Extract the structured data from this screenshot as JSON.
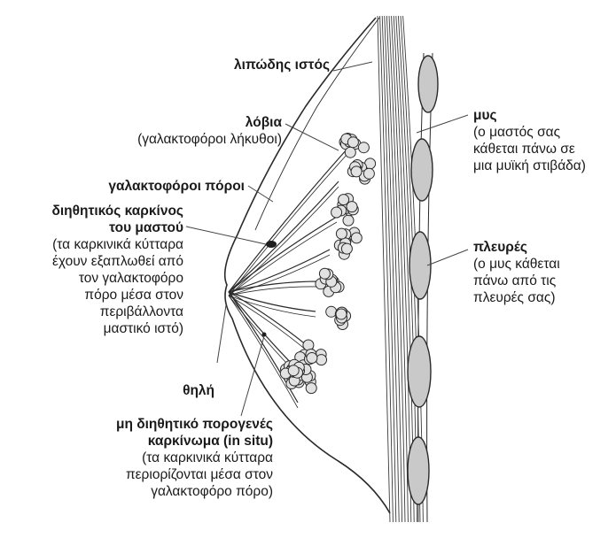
{
  "labels": {
    "fat": {
      "title": "λιπώδης ιστός"
    },
    "lobules": {
      "title": "λόβια",
      "note": "(γαλακτοφόροι λήκυθοι)"
    },
    "ducts": {
      "title": "γαλακτοφόροι πόροι"
    },
    "idc": {
      "title_1": "διηθητικός καρκίνος",
      "title_2": "του μαστού",
      "note_1": "(τα καρκινικά κύτταρα",
      "note_2": "έχουν εξαπλωθεί από",
      "note_3": "τον γαλακτοφόρο",
      "note_4": "πόρο μέσα στον",
      "note_5": "περιβάλλοντα",
      "note_6": "μαστικό ιστό)"
    },
    "nipple": {
      "title": "θηλή"
    },
    "dcis": {
      "title_1": "μη διηθητικό πορογενές",
      "title_2": "καρκίνωμα (in situ)",
      "note_1": "(τα καρκινικά κύτταρα",
      "note_2": "περιορίζονται μέσα στον",
      "note_3": "γαλακτοφόρο πόρο)"
    },
    "muscle": {
      "title": "μυς",
      "note_1": "(ο μαστός σας",
      "note_2": "κάθεται πάνω σε",
      "note_3": "μια μυϊκή στιβάδα)"
    },
    "ribs": {
      "title": "πλευρές",
      "note_1": "(ο μυς κάθεται",
      "note_2": "πάνω από τις",
      "note_3": "πλευρές σας)"
    }
  },
  "colors": {
    "line": "#2a2a2a",
    "rib_fill": "#c9c9c9",
    "lobule_fill": "#e2e2e2"
  }
}
